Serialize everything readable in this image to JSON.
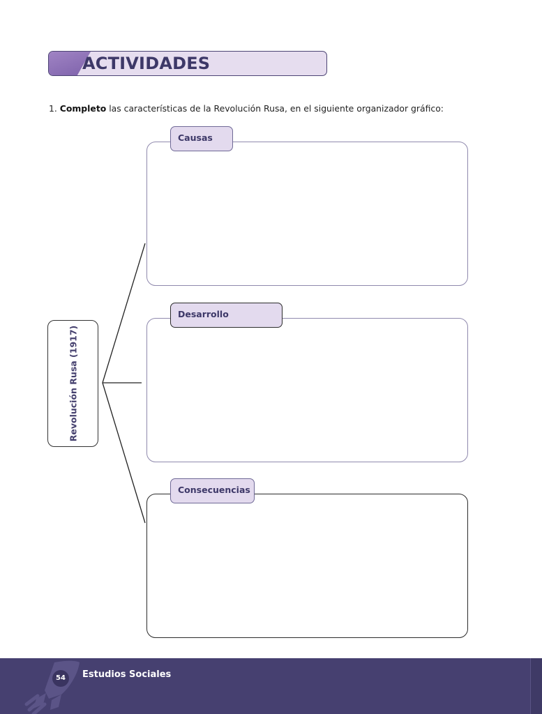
{
  "header": {
    "title": "ACTIVIDADES"
  },
  "instruction": {
    "number": "1.",
    "verb": "Completo",
    "text": "las características de la Revolución Rusa, en el siguiente organizador gráfico:"
  },
  "organizer": {
    "root": "Revolución Rusa (1917)",
    "sections": [
      {
        "label": "Causas",
        "content": ""
      },
      {
        "label": "Desarrollo",
        "content": ""
      },
      {
        "label": "Consecuencias",
        "content": ""
      }
    ]
  },
  "footer": {
    "page_number": "54",
    "subject": "Estudios Sociales"
  },
  "colors": {
    "accent": "#464070",
    "tab_fill": "#e3daee",
    "title_text": "#3d3868"
  },
  "icons": {
    "footer_decoration": "rocket-icon"
  }
}
